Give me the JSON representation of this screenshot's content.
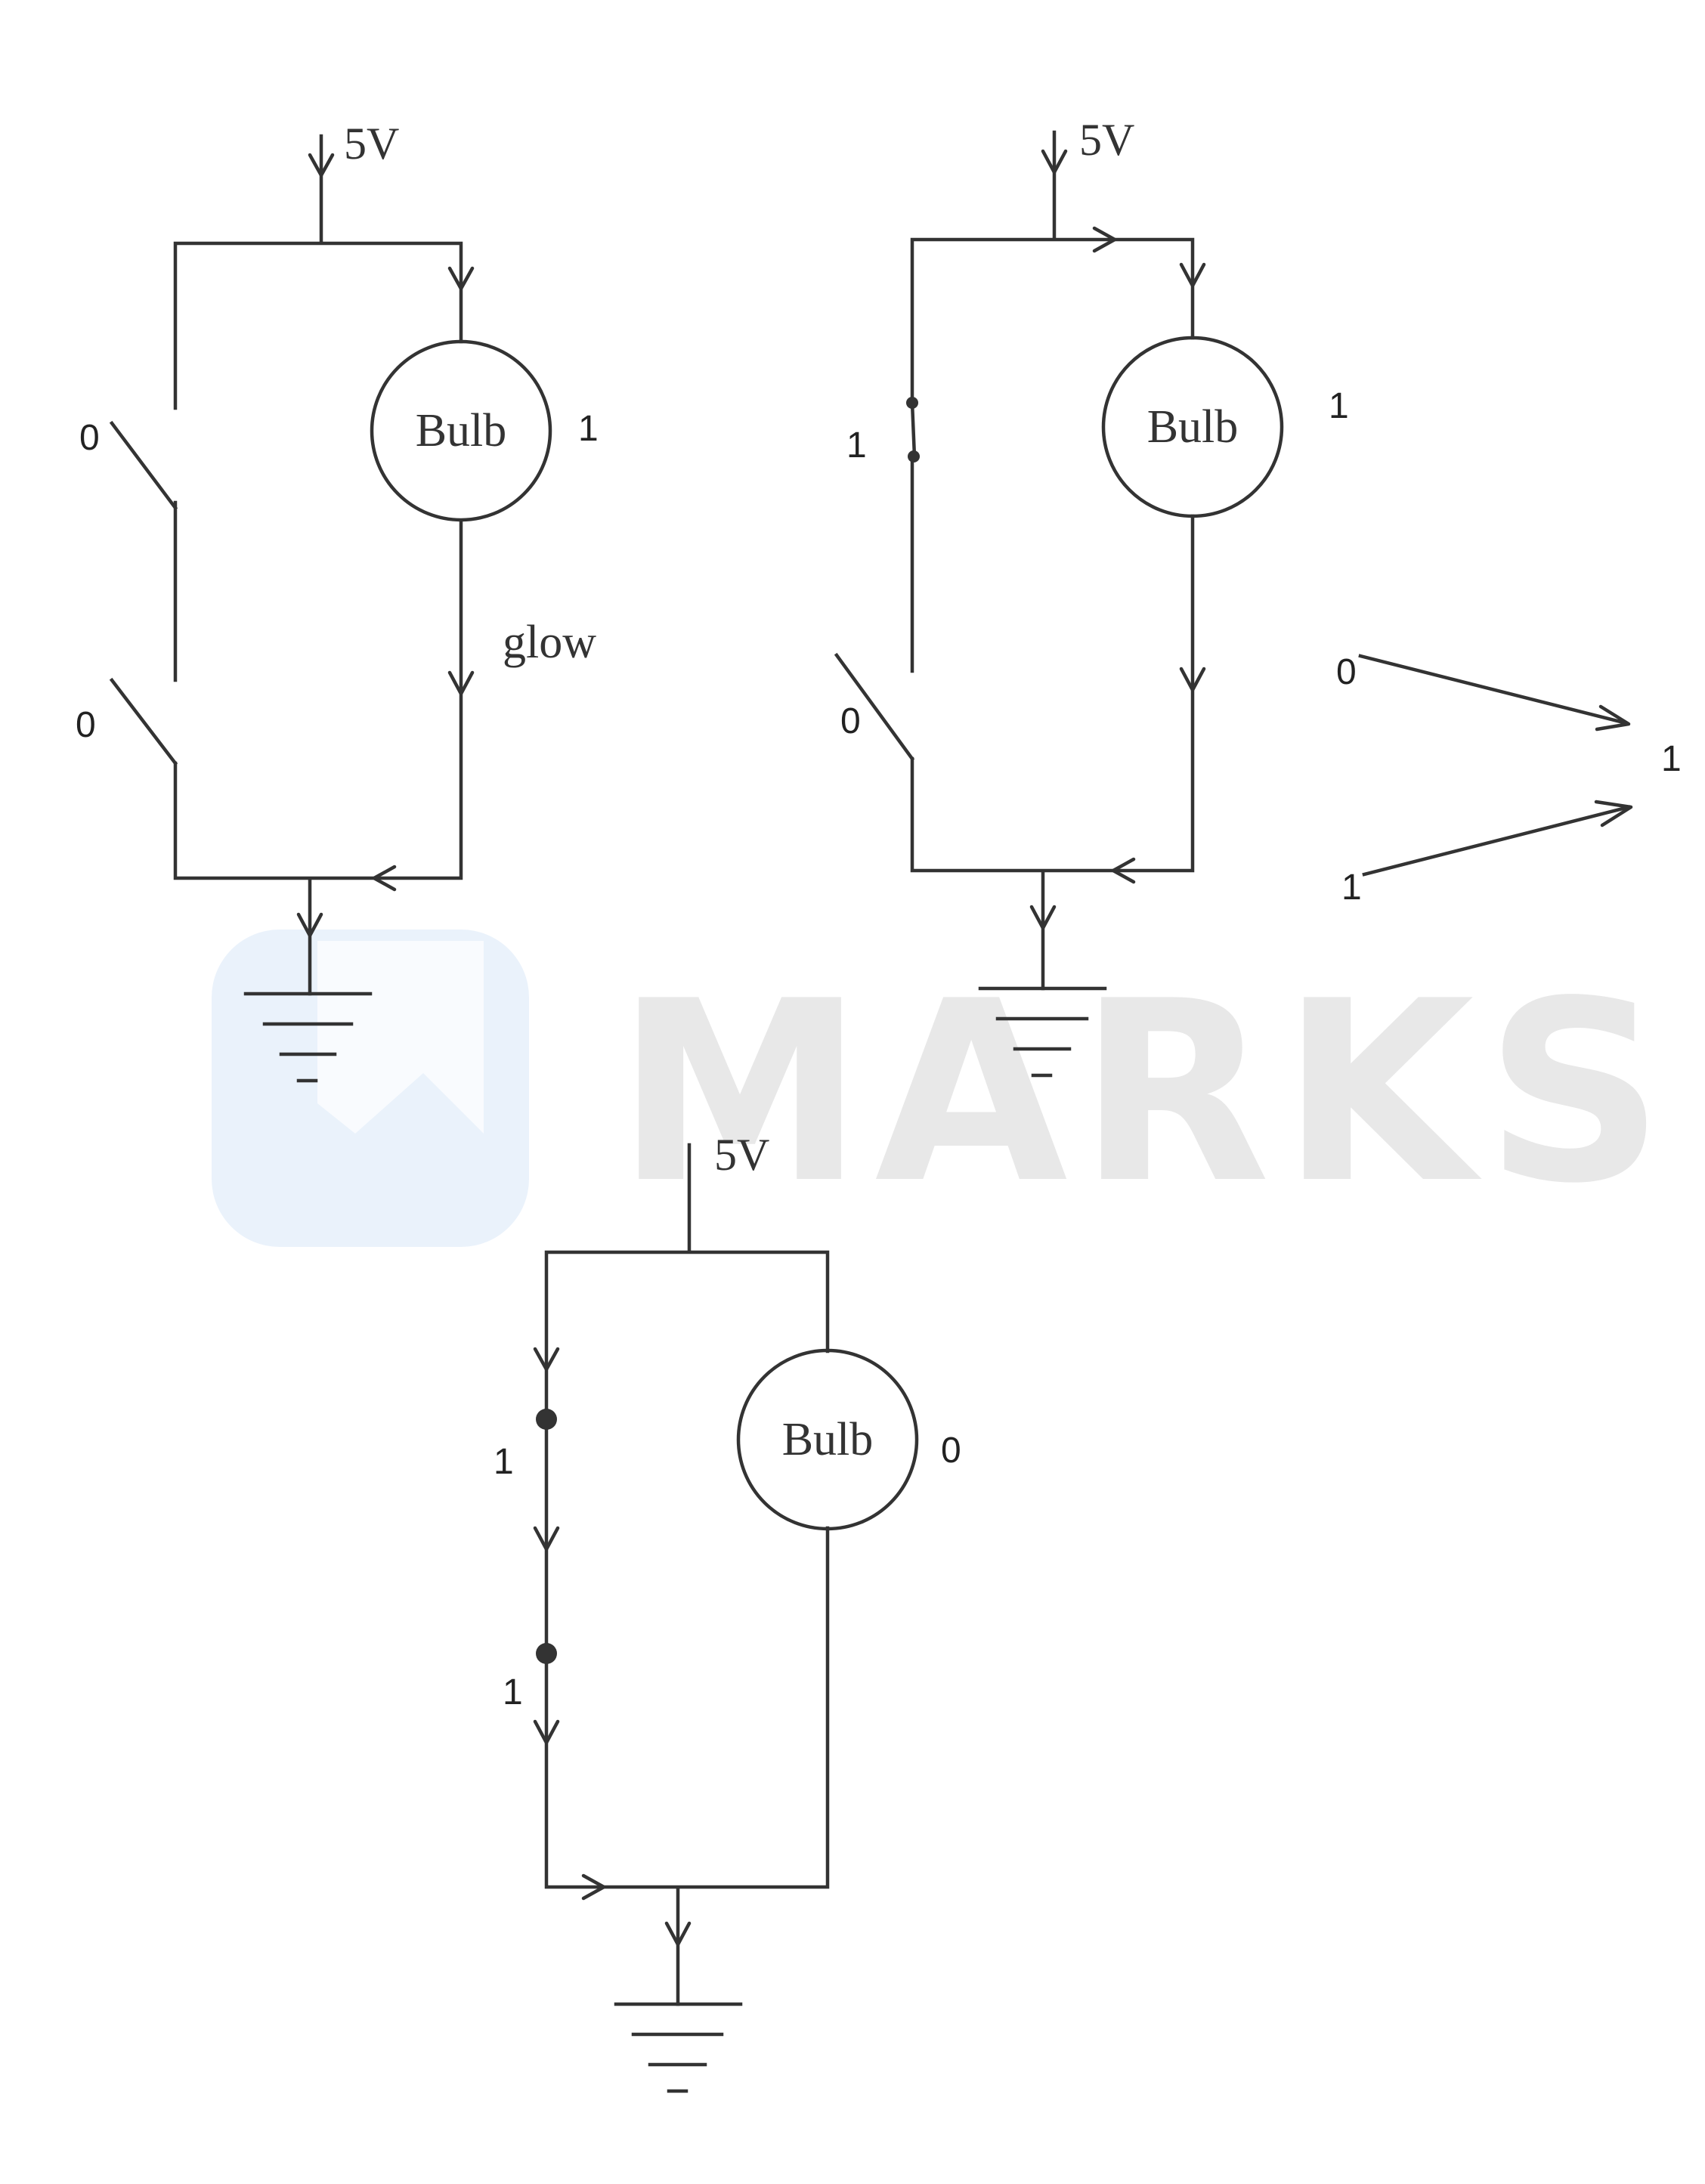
{
  "watermark": {
    "text": "MARKS",
    "logo_color": "#eaf2fb",
    "text_color": "#e8e8e8"
  },
  "colors": {
    "wire": "#333333",
    "background": "#ffffff"
  },
  "circuits": [
    {
      "id": "circuit-1",
      "supply_label": "5V",
      "switch_top_value": "0",
      "switch_bottom_value": "0",
      "bulb_label": "Bulb",
      "bulb_value": "1",
      "bulb_note": "glow"
    },
    {
      "id": "circuit-2",
      "supply_label": "5V",
      "switch_top_value": "1",
      "switch_bottom_value": "0",
      "bulb_label": "Bulb",
      "bulb_value": "1"
    },
    {
      "id": "circuit-3",
      "supply_label": "5V",
      "switch_top_value": "1",
      "switch_bottom_value": "1",
      "bulb_label": "Bulb",
      "bulb_value": "0"
    }
  ],
  "gate_symbol": {
    "input_top": "0",
    "input_bottom": "1",
    "output": "1"
  }
}
